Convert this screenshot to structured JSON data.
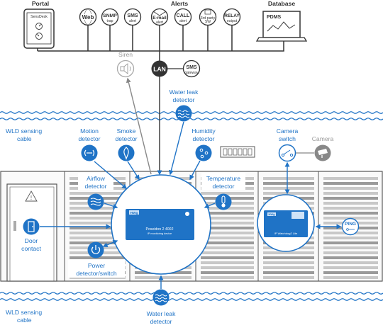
{
  "headers": {
    "portal": "Portal",
    "alerts": "Alerts",
    "database": "Database"
  },
  "portal_device": {
    "brand": "SensDesk"
  },
  "database": {
    "name": "PDMS"
  },
  "alert_icons": [
    {
      "name": "web",
      "line1": "Web",
      "line2": ""
    },
    {
      "name": "snmp",
      "line1": "SNMP",
      "line2": "trap"
    },
    {
      "name": "sms",
      "line1": "SMS",
      "line2": "alert"
    },
    {
      "name": "email",
      "line1": "E-mail",
      "line2": "alert"
    },
    {
      "name": "call",
      "line1": "CALL",
      "line2": "alert"
    },
    {
      "name": "third-party",
      "line1": "3rd party",
      "line2": "SW"
    },
    {
      "name": "relay",
      "line1": "RELAY",
      "line2": "output"
    }
  ],
  "siren": "Siren",
  "lan": "LAN",
  "sms_gateway": {
    "line1": "SMS",
    "line2": "gateway"
  },
  "water_leak_top": {
    "line1": "Water leak",
    "line2": "detector"
  },
  "water_leak_bottom": {
    "line1": "Water leak",
    "line2": "detector"
  },
  "wld_top": {
    "line1": "WLD sensing",
    "line2": "cable"
  },
  "wld_bottom": {
    "line1": "WLD sensing",
    "line2": "cable"
  },
  "motion": {
    "line1": "Motion",
    "line2": "detector"
  },
  "smoke": {
    "line1": "Smoke",
    "line2": "detector"
  },
  "humidity": {
    "line1": "Humidity",
    "line2": "detector"
  },
  "camera_switch": {
    "line1": "Camera",
    "line2": "switch"
  },
  "camera": "Camera",
  "airflow": {
    "line1": "Airflow",
    "line2": "detector"
  },
  "temperature": {
    "line1": "Temperature",
    "line2": "detector"
  },
  "door": {
    "line1": "Door",
    "line2": "contact"
  },
  "power": {
    "line1": "Power",
    "line2": "detector/switch"
  },
  "ping": "PING",
  "poseidon": {
    "brand": "HWg",
    "model": "Poseidon 2 4002",
    "subtitle": "IP monitoring device"
  },
  "watchdog": {
    "brand": "HWg",
    "model": "IP Watchdog2 Lite"
  },
  "colors": {
    "blue": "#1f73c6",
    "gray": "#999999",
    "dark": "#333333"
  }
}
